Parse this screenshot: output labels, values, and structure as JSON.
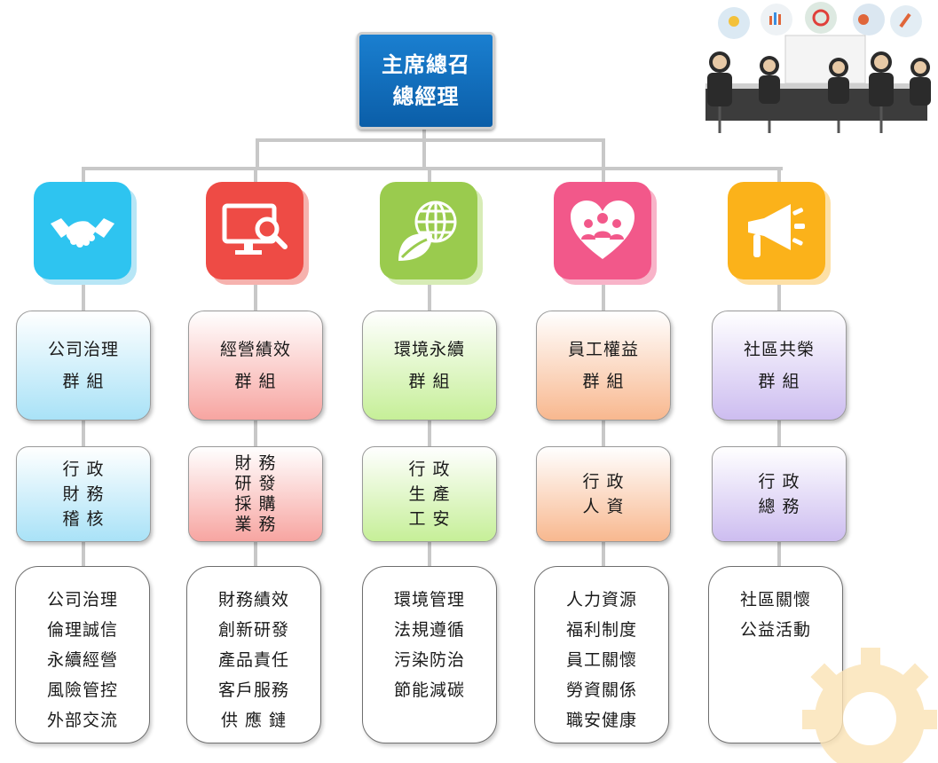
{
  "top": {
    "line1": "主席總召",
    "line2": "總經理"
  },
  "columns": [
    {
      "icon": "handshake-icon",
      "color": "#2ec4f0",
      "group": [
        "公司治理",
        "群 組"
      ],
      "dept": [
        "行 政",
        "財 務",
        "稽 核"
      ],
      "tasks": [
        "公司治理",
        "倫理誠信",
        "永續經營",
        "風險管控",
        "外部交流"
      ]
    },
    {
      "icon": "monitor-search-icon",
      "color": "#ee4b45",
      "group": [
        "經營績效",
        "群 組"
      ],
      "dept": [
        "財 務",
        "研 發",
        "採 購",
        "業 務"
      ],
      "tasks": [
        "財務績效",
        "創新研發",
        "產品責任",
        "客戶服務",
        "供 應 鏈"
      ]
    },
    {
      "icon": "globe-leaf-icon",
      "color": "#9acb4e",
      "group": [
        "環境永續",
        "群 組"
      ],
      "dept": [
        "行 政",
        "生 產",
        "工 安"
      ],
      "tasks": [
        "環境管理",
        "法規遵循",
        "污染防治",
        "節能減碳"
      ]
    },
    {
      "icon": "heart-people-icon",
      "color": "#f2588a",
      "group": [
        "員工權益",
        "群 組"
      ],
      "dept": [
        "行 政",
        "人 資"
      ],
      "tasks": [
        "人力資源",
        "福利制度",
        "員工關懷",
        "勞資關係",
        "職安健康"
      ]
    },
    {
      "icon": "megaphone-icon",
      "color": "#fbb21a",
      "group": [
        "社區共榮",
        "群 組"
      ],
      "dept": [
        "行 政",
        "總 務"
      ],
      "tasks": [
        "社區關懷",
        "公益活動"
      ]
    }
  ],
  "illustration": "business-meeting-icon"
}
